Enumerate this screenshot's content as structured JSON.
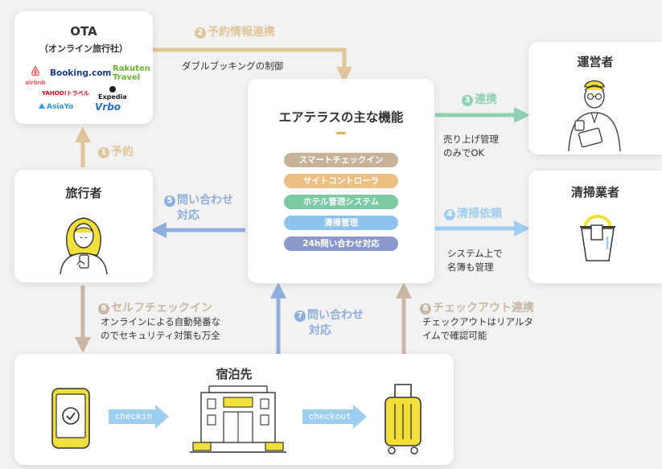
{
  "colors": {
    "tan": "#e0c69a",
    "green": "#8fd0b4",
    "blue_light": "#9dcdef",
    "blue_mid": "#8eaedb",
    "taupe": "#c9b7a5",
    "pill_tan": "#c7b299",
    "pill_orange": "#ecbf82",
    "pill_green": "#7ccaa4",
    "pill_blue": "#8ec4ec",
    "pill_purple": "#8b98cc",
    "accent_yellow": "#f3df3a"
  },
  "ota": {
    "title": "OTA",
    "subtitle": "（オンライン旅行社）",
    "logos": {
      "airbnb": "airbnb",
      "booking": "Booking.com",
      "rakuten_1": "Rakuten",
      "rakuten_2": "Travel",
      "yahoo": "YAHOO!トラベル",
      "expedia": "Expedia",
      "asiayo": "AsiaYo",
      "vrbo": "Vrbo"
    }
  },
  "traveler": {
    "title": "旅行者"
  },
  "operator": {
    "title": "運営者"
  },
  "cleaner": {
    "title": "清掃業者"
  },
  "center": {
    "title": "エアテラスの主な機能",
    "features": [
      "スマートチェックイン",
      "サイトコントローラ",
      "ホテル管理システム",
      "清掃管理",
      "24h問い合わせ対応"
    ]
  },
  "lodging": {
    "title": "宿泊先",
    "step_checkin": "checkin",
    "step_checkout": "checkout"
  },
  "flows": {
    "f1": {
      "num": "1",
      "label": "予約"
    },
    "f2": {
      "num": "2",
      "label": "予約情報連携",
      "note": "ダブルブッキングの制御"
    },
    "f3": {
      "num": "3",
      "label": "連携",
      "note_1": "売り上げ管理",
      "note_2": "のみでOK"
    },
    "f4": {
      "num": "4",
      "label": "清掃依頼",
      "note_1": "システム上で",
      "note_2": "名簿も管理"
    },
    "f5": {
      "num": "5",
      "label_1": "問い合わせ",
      "label_2": "対応"
    },
    "f6": {
      "num": "6",
      "label": "セルフチェックイン",
      "note_1": "オンラインによる自動発番な",
      "note_2": "のでセキュリティ対策も万全"
    },
    "f7": {
      "num": "7",
      "label_1": "問い合わせ",
      "label_2": "対応"
    },
    "f8": {
      "num": "8",
      "label": "チェックアウト連携",
      "note_1": "チェックアウトはリアルタ",
      "note_2": "イムで確認可能"
    }
  }
}
